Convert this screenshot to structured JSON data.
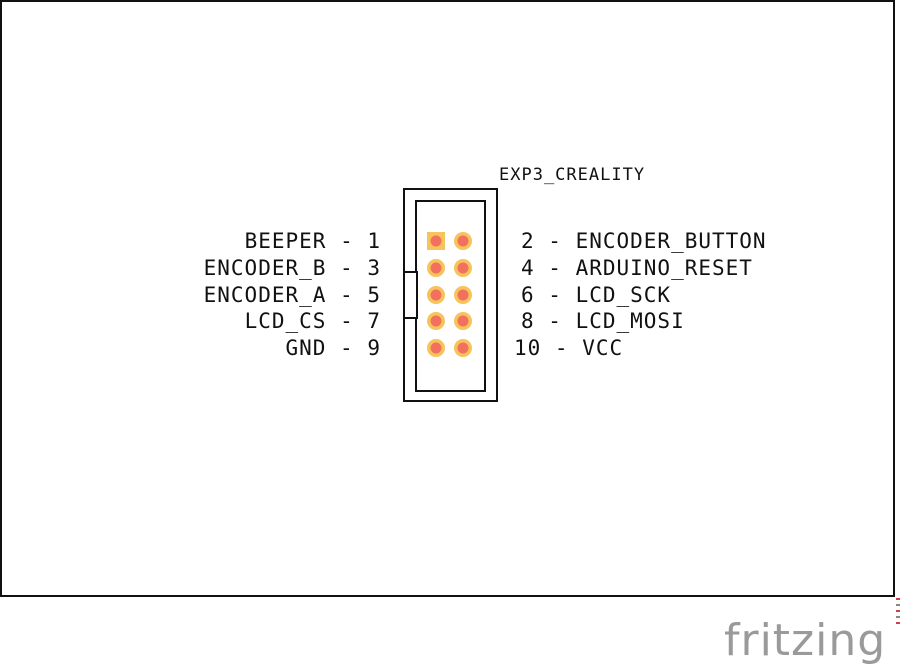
{
  "header": {
    "title": "EXP3_CREALITY"
  },
  "left_labels": [
    {
      "name": "BEEPER",
      "num": "1"
    },
    {
      "name": "ENCODER_B",
      "num": "3"
    },
    {
      "name": "ENCODER_A",
      "num": "5"
    },
    {
      "name": "LCD_CS",
      "num": "7"
    },
    {
      "name": "GND",
      "num": "9"
    }
  ],
  "right_labels": [
    {
      "name": "ENCODER_BUTTON",
      "num": "2"
    },
    {
      "name": "ARDUINO_RESET",
      "num": "4"
    },
    {
      "name": "LCD_SCK",
      "num": "6"
    },
    {
      "name": "LCD_MOSI",
      "num": "8"
    },
    {
      "name": "VCC",
      "num": "10"
    }
  ],
  "separator": "-",
  "pins": {
    "count": 10,
    "pin1_shape": "square",
    "pad_color": "#F7C35B",
    "hole_color": "#F2705E"
  },
  "watermark": {
    "text": "fritzing"
  }
}
